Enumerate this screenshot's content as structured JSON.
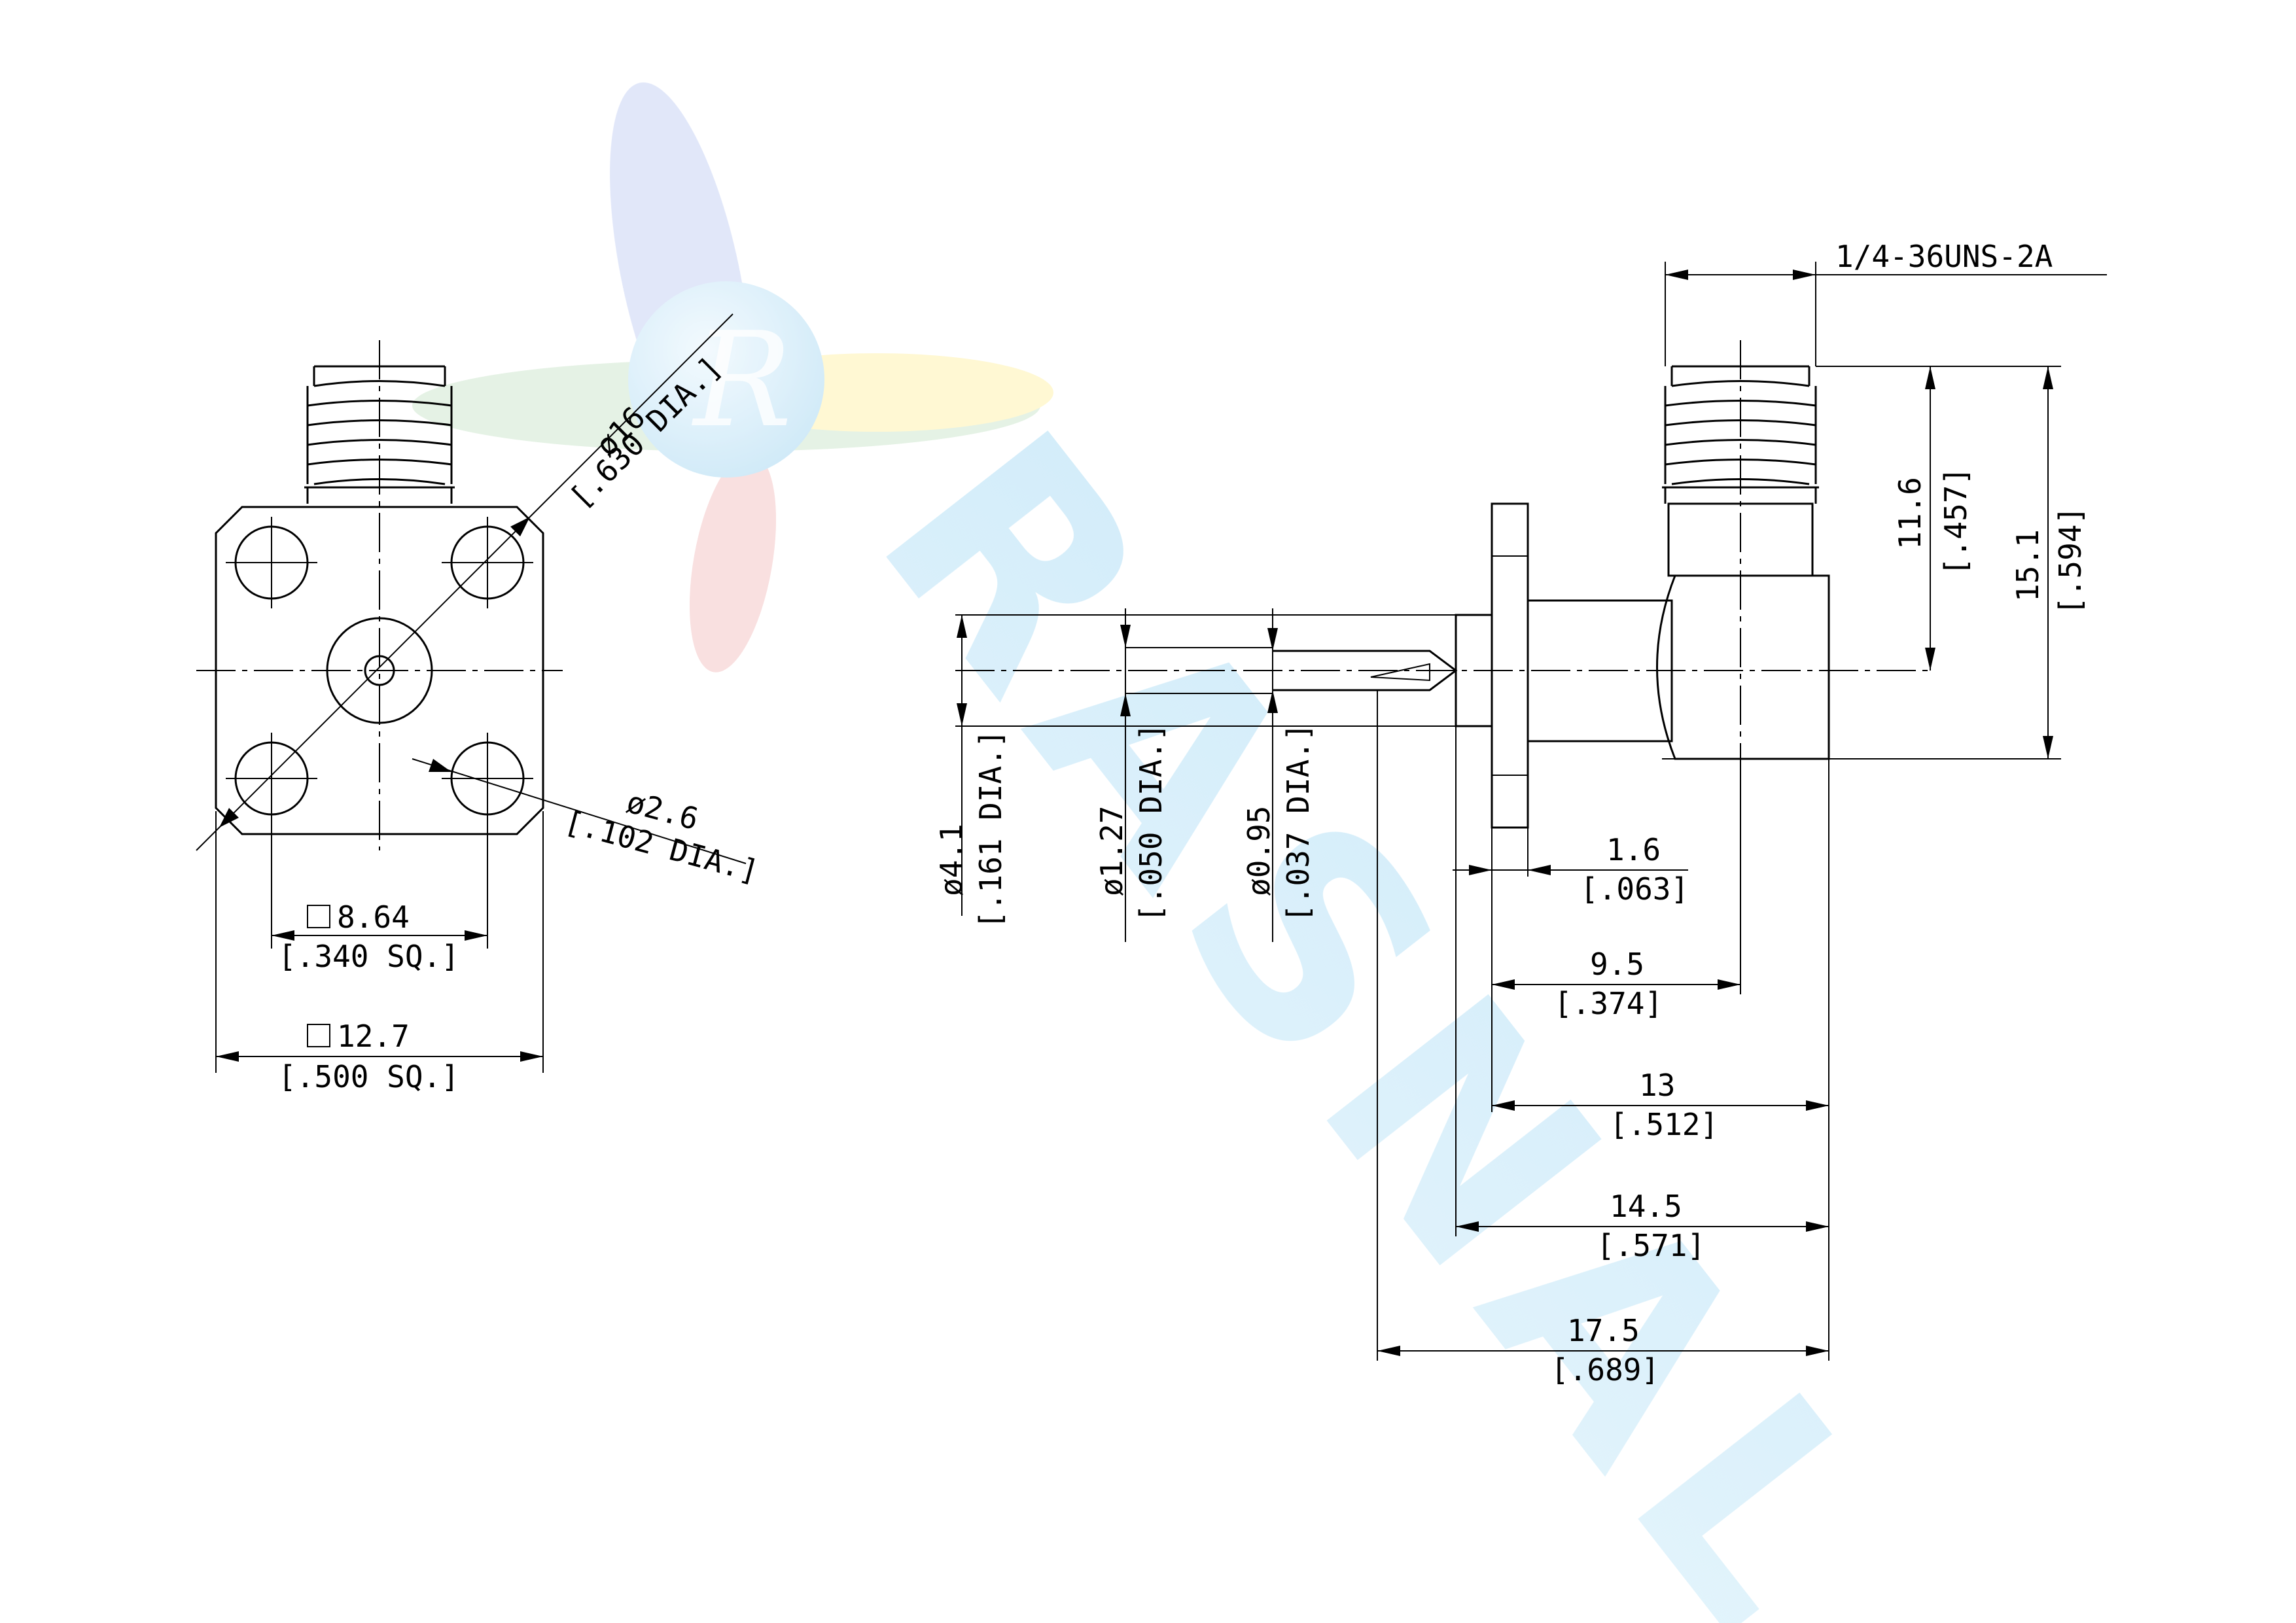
{
  "watermark": {
    "brand_text": "RASNAL",
    "logo_letter": "R",
    "logo_colors": [
      "#3b5bdb",
      "#e03131",
      "#2f9e44",
      "#f2c400",
      "#4fb3e8"
    ]
  },
  "front_view": {
    "bolt_circle": {
      "metric": "ø16",
      "imperial": "[.630 DIA.]"
    },
    "hole_diameter": {
      "metric": "ø2.6",
      "imperial": "[.102 DIA.]"
    },
    "hole_spacing": {
      "metric": "8.64",
      "imperial": "[.340 SQ.]"
    },
    "flange_size": {
      "metric": "12.7",
      "imperial": "[.500 SQ.]"
    }
  },
  "side_view": {
    "thread": "1/4-36UNS-2A",
    "height_to_center": {
      "metric": "11.6",
      "imperial": "[.457]"
    },
    "overall_height": {
      "metric": "15.1",
      "imperial": "[.594]"
    },
    "dielectric_dia": {
      "metric": "ø4.1",
      "imperial": "[.161 DIA.]"
    },
    "pin_dia_1": {
      "metric": "ø1.27",
      "imperial": "[.050 DIA.]"
    },
    "pin_dia_2": {
      "metric": "ø0.95",
      "imperial": "[.037 DIA.]"
    },
    "flange_thickness": {
      "metric": "1.6",
      "imperial": "[.063]"
    },
    "len_9_5": {
      "metric": "9.5",
      "imperial": "[.374]"
    },
    "len_13": {
      "metric": "13",
      "imperial": "[.512]"
    },
    "len_14_5": {
      "metric": "14.5",
      "imperial": "[.571]"
    },
    "len_17_5": {
      "metric": "17.5",
      "imperial": "[.689]"
    }
  }
}
